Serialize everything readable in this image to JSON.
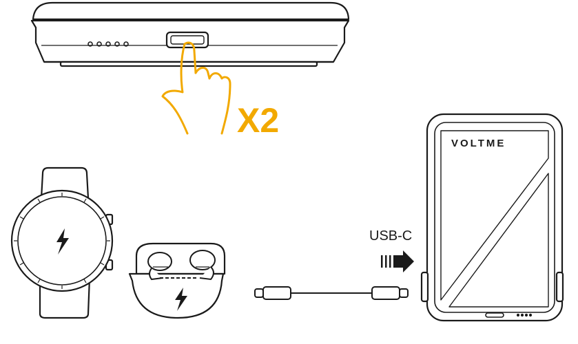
{
  "diagram": {
    "press_count": "X2",
    "brand": "VOLTME",
    "cable_label": "USB-C",
    "icons": {
      "power_bank_top": "power-bank-icon",
      "finger_press": "finger-press-icon",
      "smartwatch": "smartwatch-icon",
      "earbuds": "earbuds-case-icon",
      "cable": "usb-c-cable-icon",
      "arrow": "arrow-right-icon",
      "bolt": "lightning-bolt-icon",
      "power_bank_front": "power-bank-front-icon"
    },
    "colors": {
      "line": "#1a1a1a",
      "accent": "#f2a900",
      "background": "#ffffff"
    }
  }
}
